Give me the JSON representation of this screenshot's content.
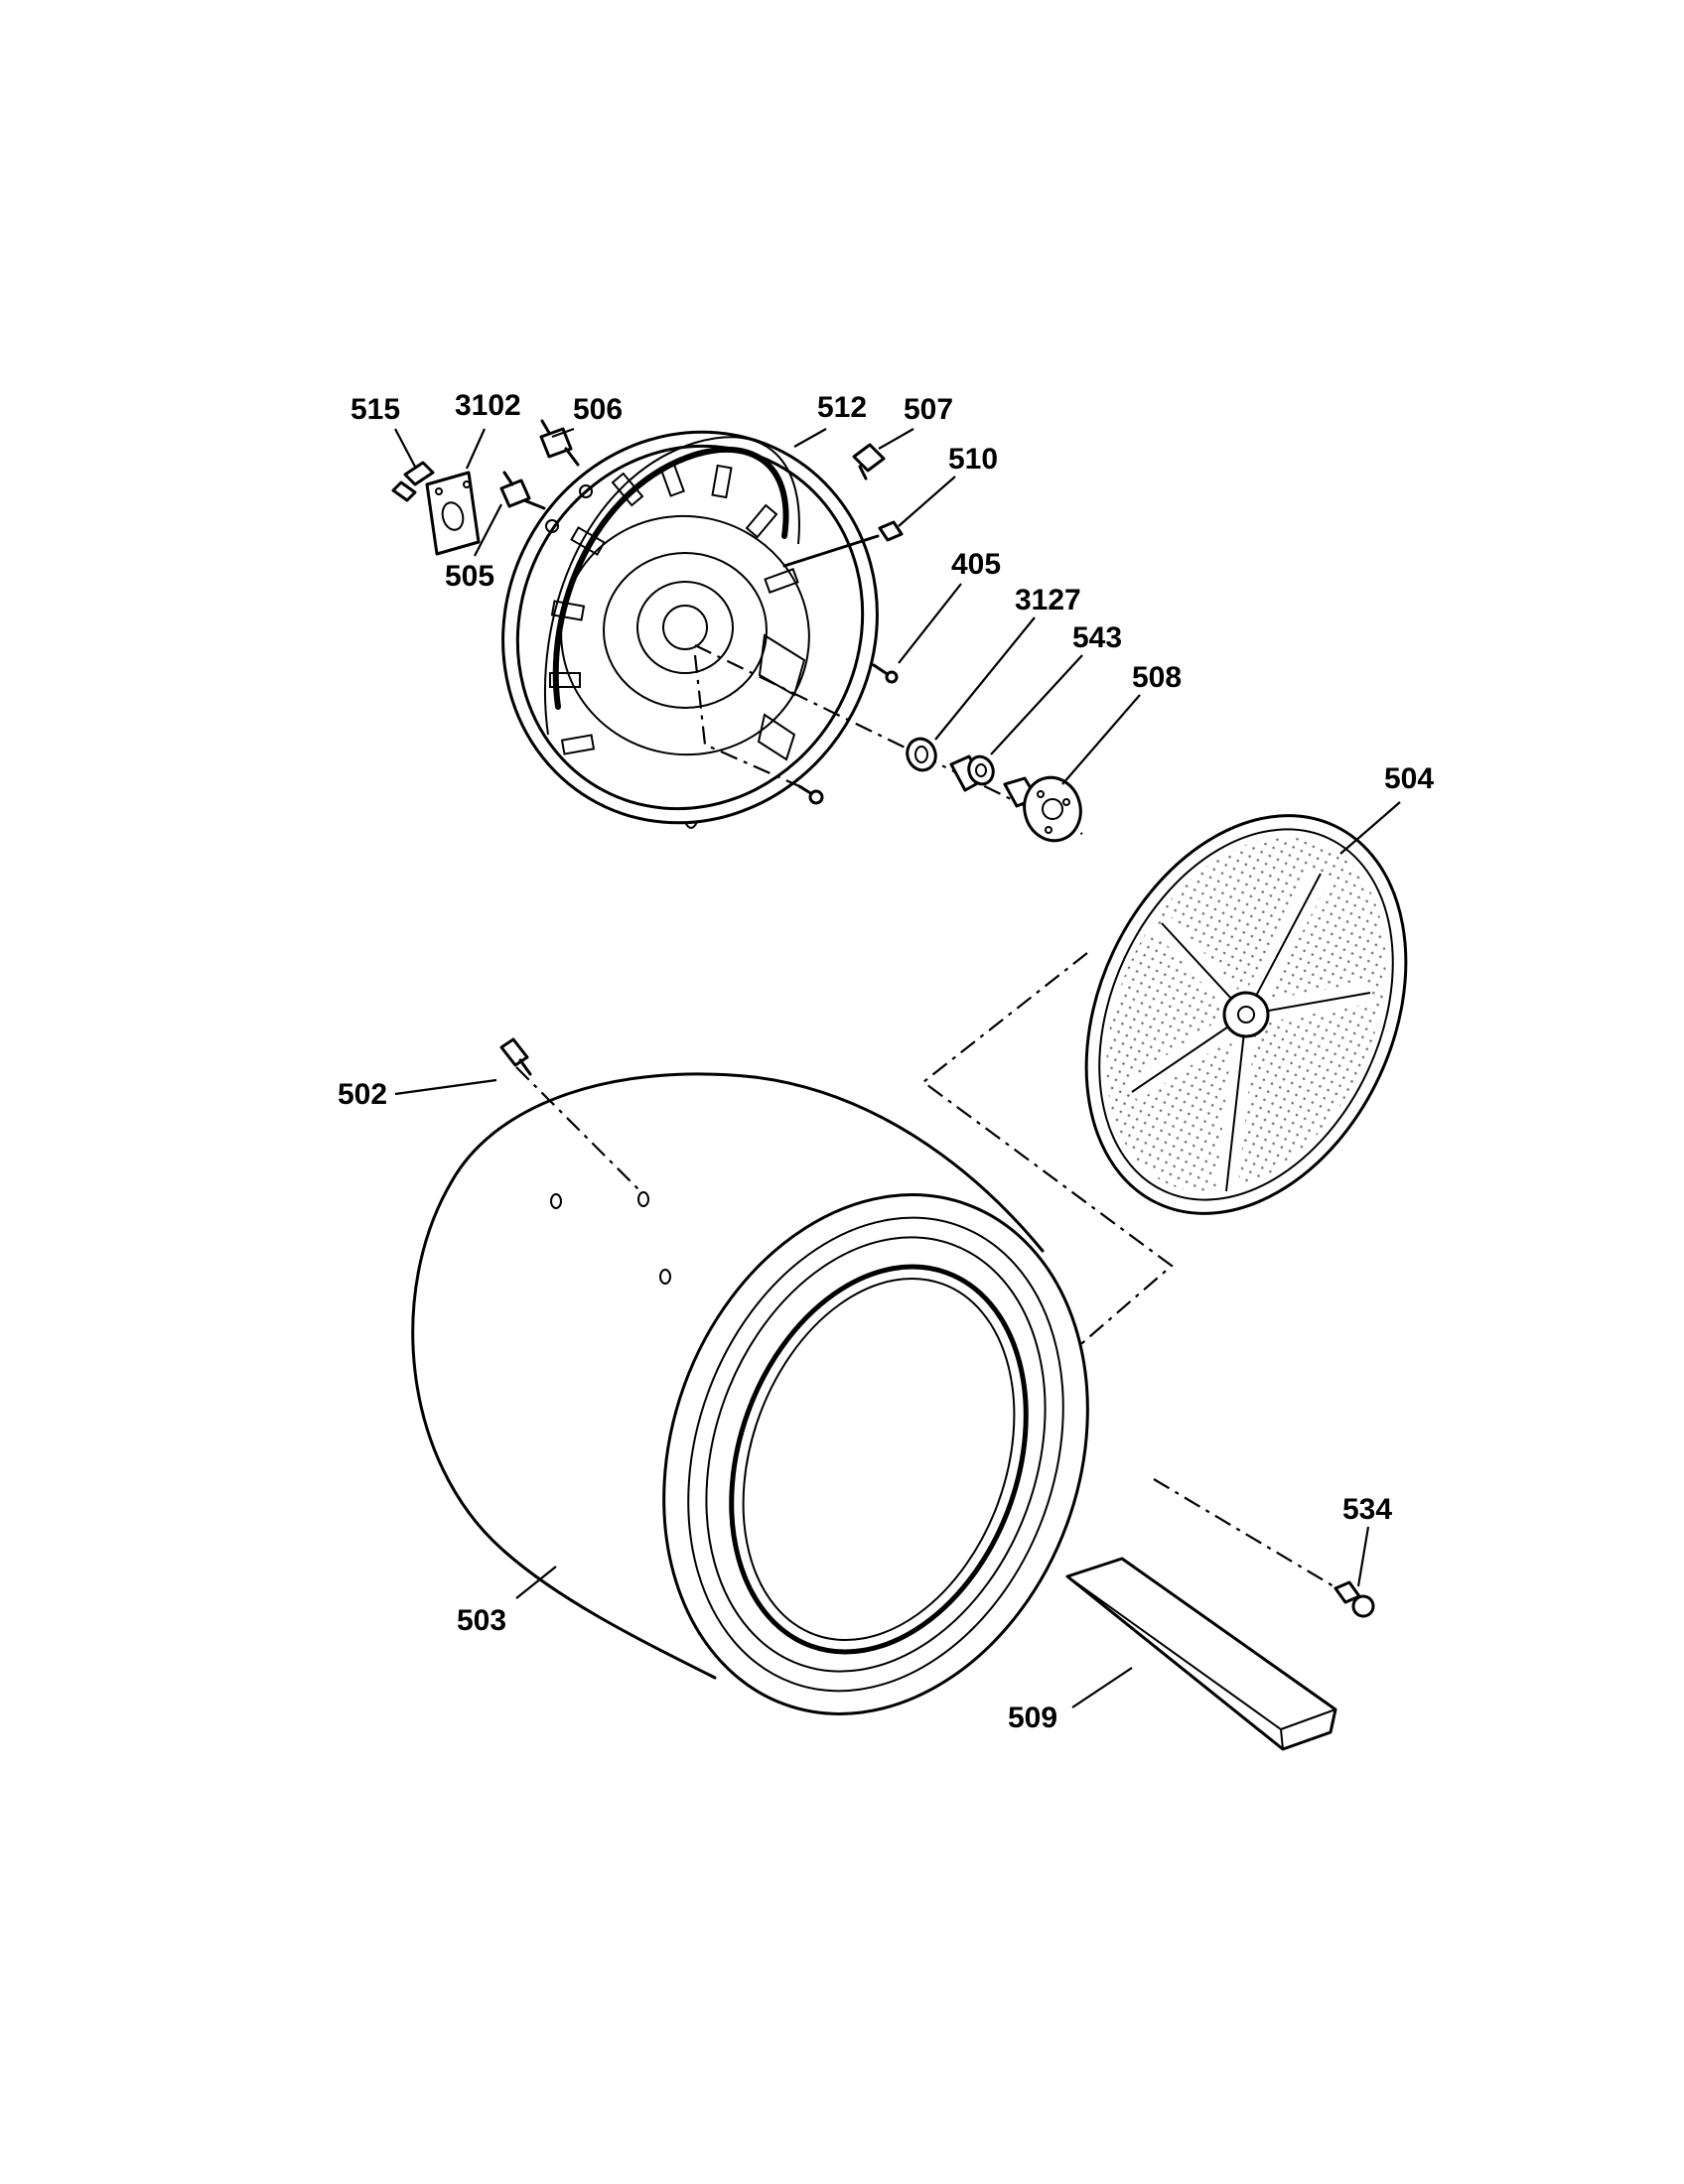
{
  "diagram": {
    "part_labels": {
      "p515": "515",
      "p3102": "3102",
      "p506": "506",
      "p512": "512",
      "p507": "507",
      "p510": "510",
      "p505": "505",
      "p405": "405",
      "p3127": "3127",
      "p543": "543",
      "p508": "508",
      "p504": "504",
      "p502": "502",
      "p503": "503",
      "p534": "534",
      "p509": "509"
    }
  }
}
